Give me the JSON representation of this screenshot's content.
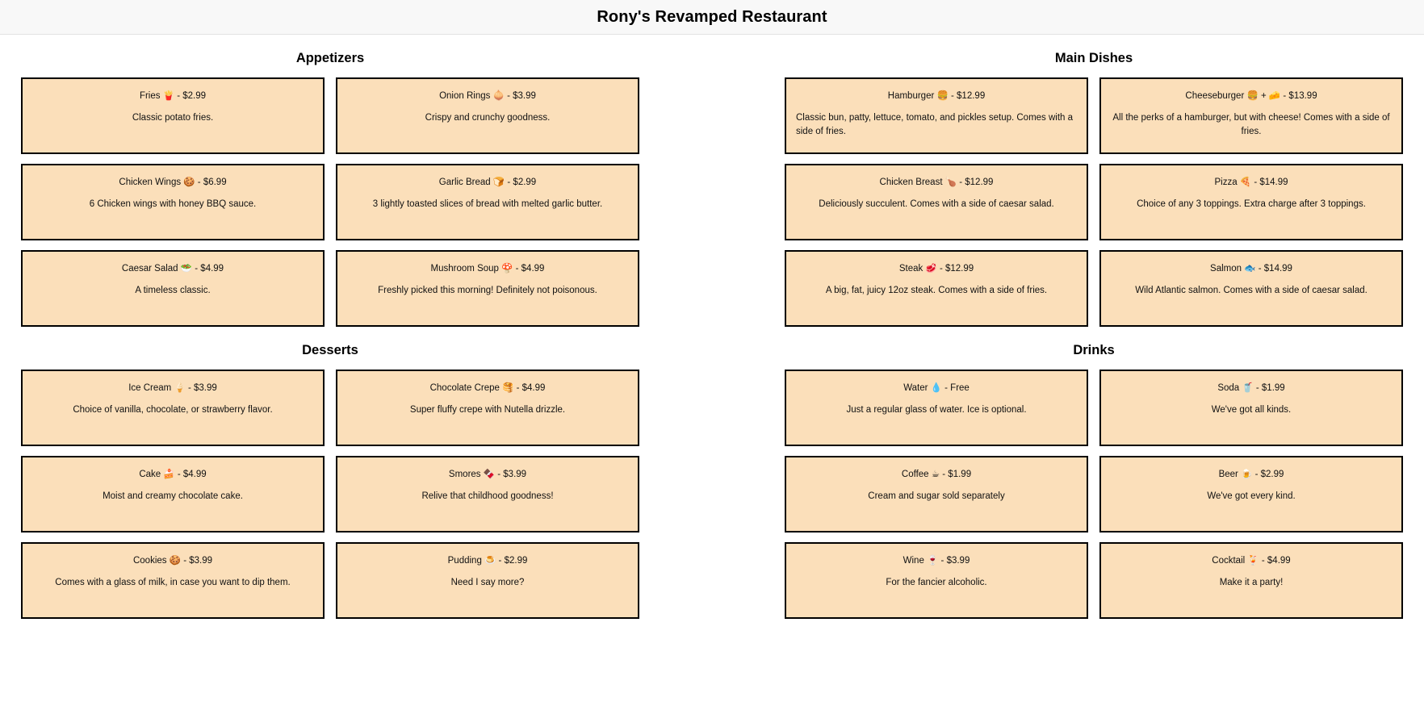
{
  "header": {
    "title": "Rony's Revamped Restaurant"
  },
  "theme": {
    "card_background": "#fbdfba",
    "card_border": "#000000",
    "header_background": "#f8f8f8",
    "page_background": "#ffffff",
    "text_color": "#111111"
  },
  "sections": [
    {
      "id": "appetizers",
      "title": "Appetizers",
      "items": [
        {
          "name": "Fries 🍟 - $2.99",
          "label": "Fries",
          "emoji": "🍟",
          "emoji_name": "fries-icon",
          "price": "$2.99",
          "desc": "Classic potato fries.",
          "wrap": false
        },
        {
          "name": "Onion Rings 🧅 - $3.99",
          "label": "Onion Rings",
          "emoji": "🧅",
          "emoji_name": "onion-icon",
          "price": "$3.99",
          "desc": "Crispy and crunchy goodness.",
          "wrap": false
        },
        {
          "name": "Chicken Wings 🍪 - $6.99",
          "label": "Chicken Wings",
          "emoji": "🍪",
          "emoji_name": "chicken-wings-icon",
          "price": "$6.99",
          "desc": "6 Chicken wings with honey BBQ sauce.",
          "wrap": false
        },
        {
          "name": "Garlic Bread 🍞 - $2.99",
          "label": "Garlic Bread",
          "emoji": "🍞",
          "emoji_name": "bread-icon",
          "price": "$2.99",
          "desc": "3 lightly toasted slices of bread with melted garlic butter.",
          "wrap": false
        },
        {
          "name": "Caesar Salad 🥗 - $4.99",
          "label": "Caesar Salad",
          "emoji": "🥗",
          "emoji_name": "salad-icon",
          "price": "$4.99",
          "desc": "A timeless classic.",
          "wrap": false
        },
        {
          "name": "Mushroom Soup 🍄 - $4.99",
          "label": "Mushroom Soup",
          "emoji": "🍄",
          "emoji_name": "mushroom-icon",
          "price": "$4.99",
          "desc": "Freshly picked this morning! Definitely not poisonous.",
          "wrap": false
        }
      ]
    },
    {
      "id": "main-dishes",
      "title": "Main Dishes",
      "items": [
        {
          "name": "Hamburger 🍔 - $12.99",
          "label": "Hamburger",
          "emoji": "🍔",
          "emoji_name": "hamburger-icon",
          "price": "$12.99",
          "desc": "Classic bun, patty, lettuce, tomato, and pickles setup. Comes with a side of fries.",
          "wrap": true
        },
        {
          "name": "Cheeseburger 🍔 + 🧀 - $13.99",
          "label": "Cheeseburger",
          "emoji": "🍔 + 🧀",
          "emoji_name": "cheeseburger-icon",
          "price": "$13.99",
          "desc": "All the perks of a hamburger, but with cheese! Comes with a side of fries.",
          "wrap": false
        },
        {
          "name": "Chicken Breast 🍗 - $12.99",
          "label": "Chicken Breast",
          "emoji": "🍗",
          "emoji_name": "poultry-leg-icon",
          "price": "$12.99",
          "desc": "Deliciously succulent. Comes with a side of caesar salad.",
          "wrap": false
        },
        {
          "name": "Pizza 🍕 - $14.99",
          "label": "Pizza",
          "emoji": "🍕",
          "emoji_name": "pizza-icon",
          "price": "$14.99",
          "desc": "Choice of any 3 toppings. Extra charge after 3 toppings.",
          "wrap": false
        },
        {
          "name": "Steak 🥩 - $12.99",
          "label": "Steak",
          "emoji": "🥩",
          "emoji_name": "steak-icon",
          "price": "$12.99",
          "desc": "A big, fat, juicy 12oz steak. Comes with a side of fries.",
          "wrap": false
        },
        {
          "name": "Salmon 🐟 - $14.99",
          "label": "Salmon",
          "emoji": "🐟",
          "emoji_name": "fish-icon",
          "price": "$14.99",
          "desc": "Wild Atlantic salmon. Comes with a side of caesar salad.",
          "wrap": false
        }
      ]
    },
    {
      "id": "desserts",
      "title": "Desserts",
      "items": [
        {
          "name": "Ice Cream 🍦 - $3.99",
          "label": "Ice Cream",
          "emoji": "🍦",
          "emoji_name": "ice-cream-icon",
          "price": "$3.99",
          "desc": "Choice of vanilla, chocolate, or strawberry flavor.",
          "wrap": false
        },
        {
          "name": "Chocolate Crepe 🥞 - $4.99",
          "label": "Chocolate Crepe",
          "emoji": "🥞",
          "emoji_name": "pancakes-icon",
          "price": "$4.99",
          "desc": "Super fluffy crepe with Nutella drizzle.",
          "wrap": false
        },
        {
          "name": "Cake 🍰 - $4.99",
          "label": "Cake",
          "emoji": "🍰",
          "emoji_name": "cake-slice-icon",
          "price": "$4.99",
          "desc": "Moist and creamy chocolate cake.",
          "wrap": false
        },
        {
          "name": "Smores 🍫 - $3.99",
          "label": "Smores",
          "emoji": "🍫",
          "emoji_name": "chocolate-bar-icon",
          "price": "$3.99",
          "desc": "Relive that childhood goodness!",
          "wrap": false
        },
        {
          "name": "Cookies 🍪 - $3.99",
          "label": "Cookies",
          "emoji": "🍪",
          "emoji_name": "cookie-icon",
          "price": "$3.99",
          "desc": "Comes with a glass of milk, in case you want to dip them.",
          "wrap": false
        },
        {
          "name": "Pudding 🍮 - $2.99",
          "label": "Pudding",
          "emoji": "🍮",
          "emoji_name": "custard-icon",
          "price": "$2.99",
          "desc": "Need I say more?",
          "wrap": false
        }
      ]
    },
    {
      "id": "drinks",
      "title": "Drinks",
      "items": [
        {
          "name": "Water 💧 - Free",
          "label": "Water",
          "emoji": "💧",
          "emoji_name": "droplet-icon",
          "price": "Free",
          "desc": "Just a regular glass of water. Ice is optional.",
          "wrap": false
        },
        {
          "name": "Soda 🥤 - $1.99",
          "label": "Soda",
          "emoji": "🥤",
          "emoji_name": "cup-with-straw-icon",
          "price": "$1.99",
          "desc": "We've got all kinds.",
          "wrap": false
        },
        {
          "name": "Coffee ☕ - $1.99",
          "label": "Coffee",
          "emoji": "☕",
          "emoji_name": "coffee-icon",
          "price": "$1.99",
          "desc": "Cream and sugar sold separately",
          "wrap": false
        },
        {
          "name": "Beer 🍺 - $2.99",
          "label": "Beer",
          "emoji": "🍺",
          "emoji_name": "beer-mug-icon",
          "price": "$2.99",
          "desc": "We've got every kind.",
          "wrap": false
        },
        {
          "name": "Wine 🍷 - $3.99",
          "label": "Wine",
          "emoji": "🍷",
          "emoji_name": "wine-glass-icon",
          "price": "$3.99",
          "desc": "For the fancier alcoholic.",
          "wrap": false
        },
        {
          "name": "Cocktail 🍹 - $4.99",
          "label": "Cocktail",
          "emoji": "🍹",
          "emoji_name": "tropical-drink-icon",
          "price": "$4.99",
          "desc": "Make it a party!",
          "wrap": false
        }
      ]
    }
  ]
}
